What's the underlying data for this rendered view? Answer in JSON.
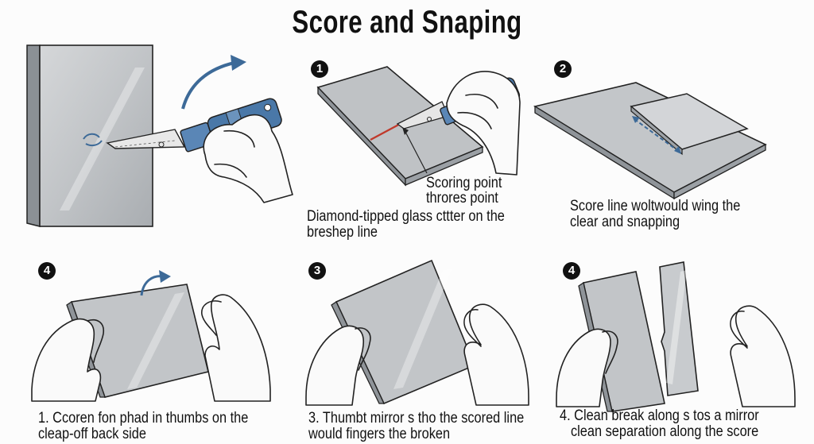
{
  "title": "Score and Snaping",
  "colors": {
    "glass": "#bfc2c5",
    "glass_edge": "#7d8287",
    "accent_blue": "#4a78a8",
    "score_red": "#c0392b"
  },
  "steps": {
    "s1": {
      "number": "1"
    },
    "s2": {
      "number": "2",
      "caption_line1": "Score line woltwould wing the",
      "caption_line2": "clear and snapping"
    },
    "cutter": {
      "label_line1": "Scoring point",
      "label_line2": "throres point",
      "caption_line1": "Diamond-tipped glass cttter on the",
      "caption_line2": "breshep line"
    },
    "b1": {
      "number": "4",
      "caption_line1": "1. Ccoren fon phad in thumbs on the",
      "caption_line2": "cleap-off back side"
    },
    "b2": {
      "number": "3",
      "caption_line1": "3. Thumbt mirror s tho the scored line",
      "caption_line2": "would fingers the broken"
    },
    "b3": {
      "number": "4",
      "caption_line1": "4. Clean break along s tos a mirror",
      "caption_line2": "clean separation along the score"
    }
  }
}
